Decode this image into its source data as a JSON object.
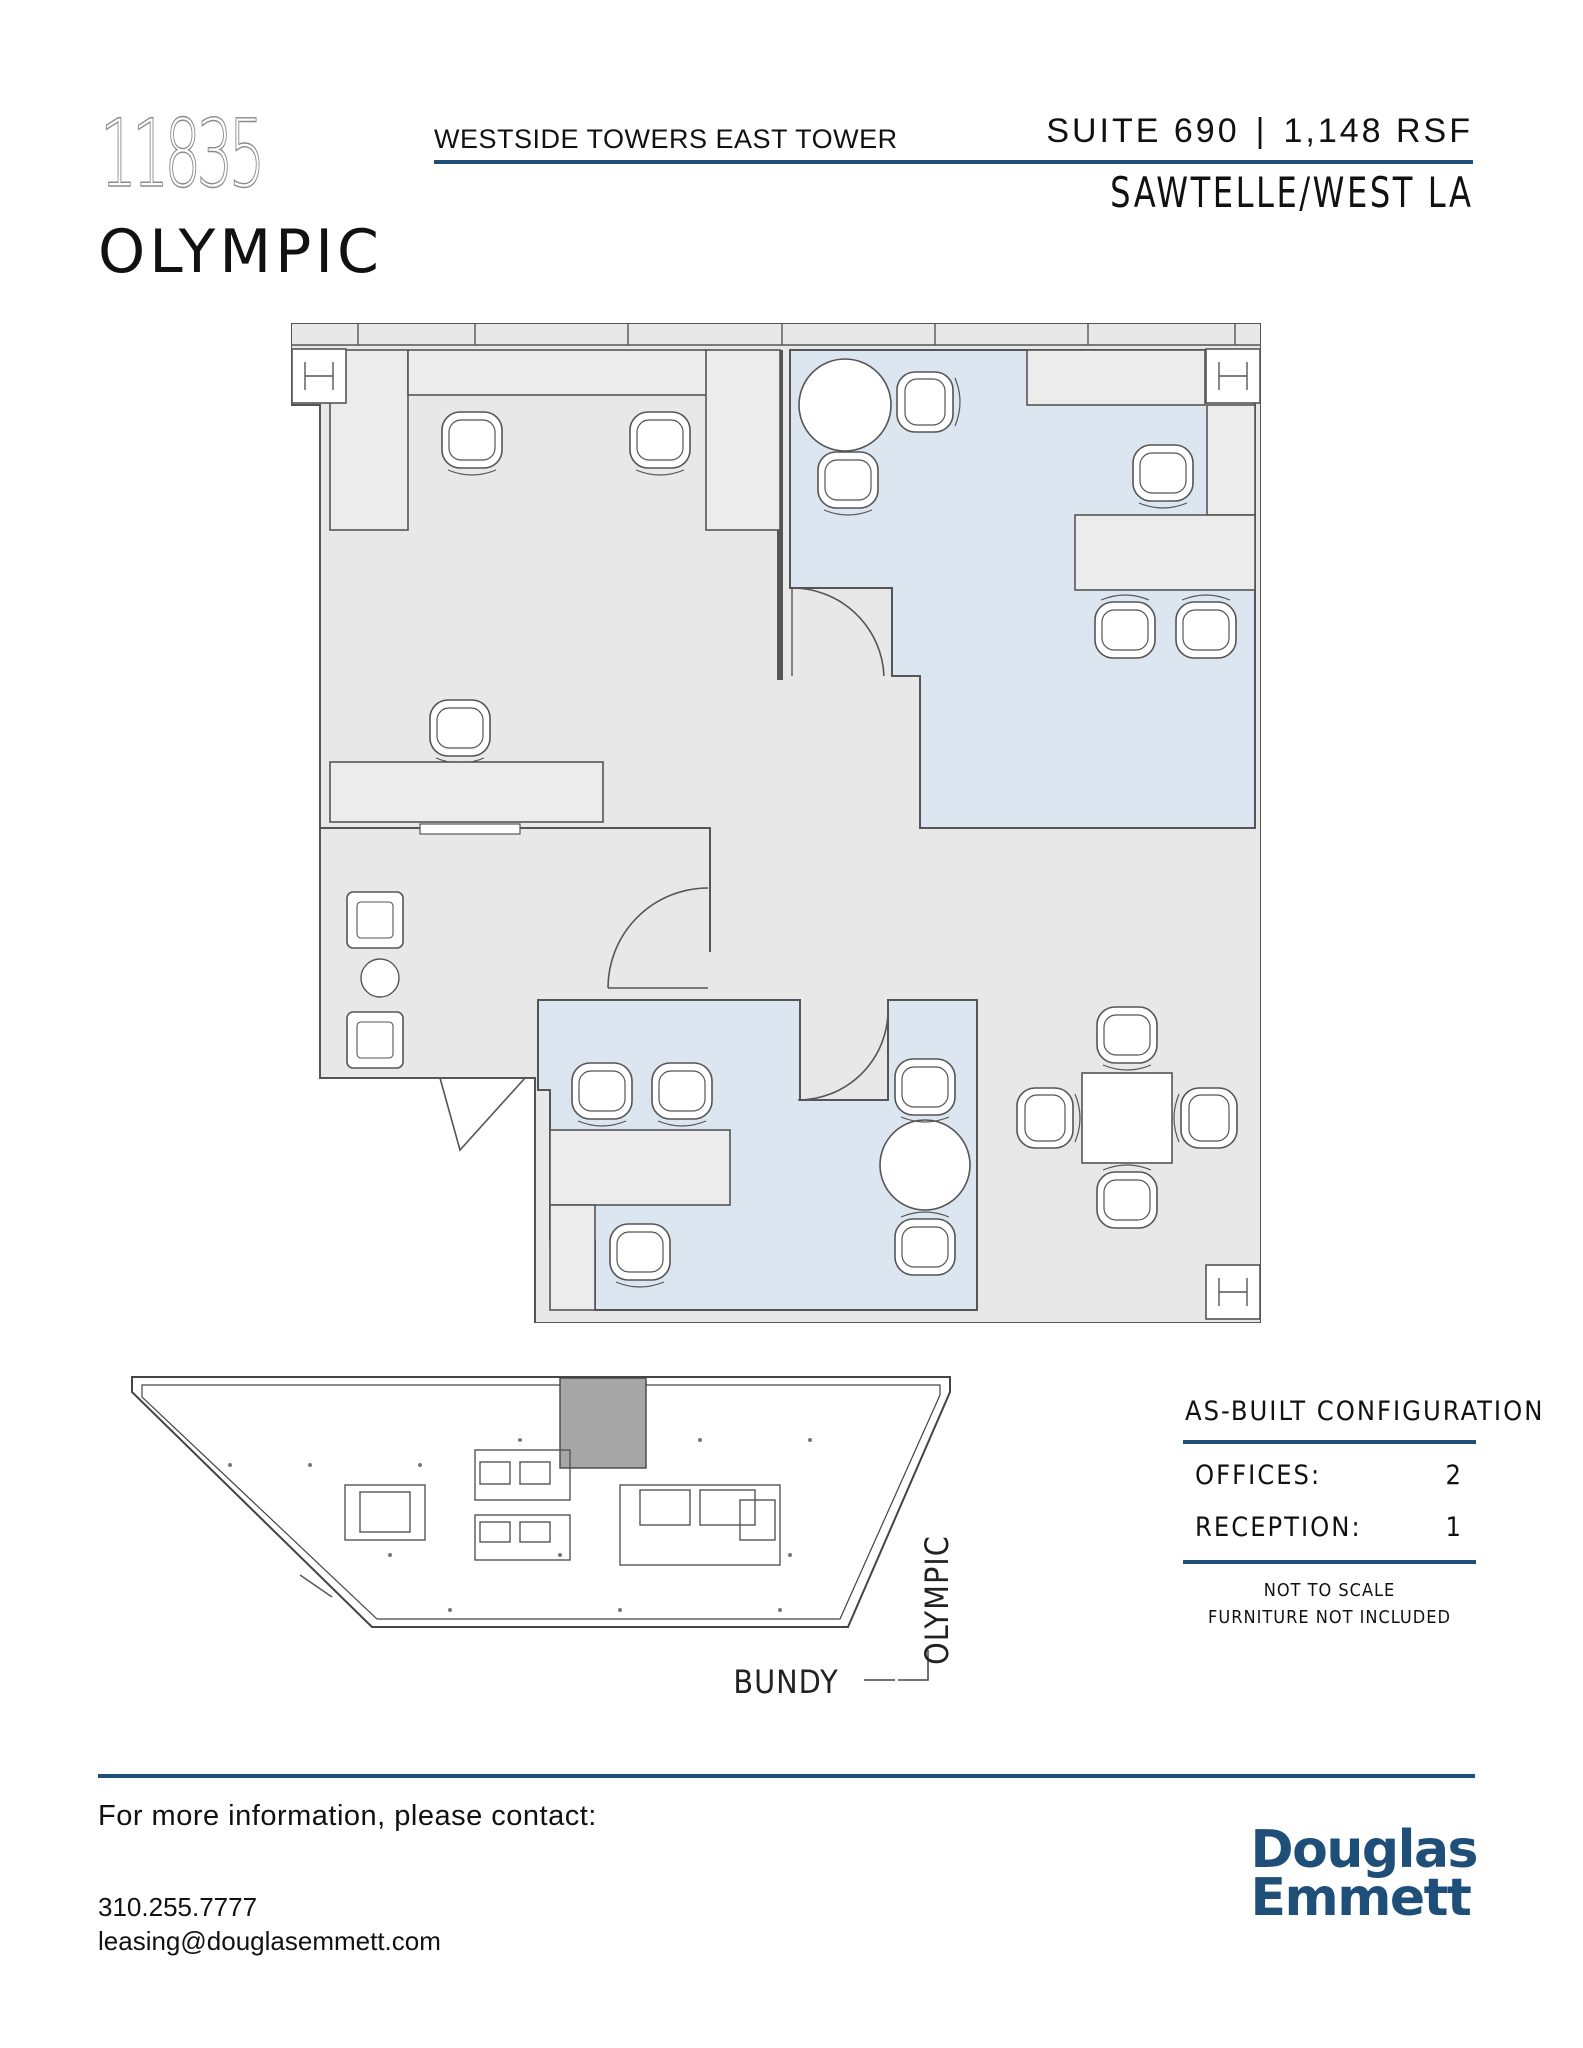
{
  "header": {
    "address_number": "11835",
    "address_street": "OLYMPIC",
    "building": "WESTSIDE TOWERS EAST TOWER",
    "suite": "SUITE 690",
    "separator": "|",
    "rsf": "1,148 RSF",
    "area": "SAWTELLE/WEST LA"
  },
  "floorplan": {
    "colors": {
      "common": "#e8e8e8",
      "office": "#dce6f0",
      "wall": "#555555",
      "highlight": "#a6a6a6"
    }
  },
  "keymap": {
    "street_side": "OLYMPIC",
    "street_bottom": "BUNDY"
  },
  "configuration": {
    "title": "AS-BUILT CONFIGURATION",
    "rows": [
      {
        "label": "OFFICES:",
        "value": "2"
      },
      {
        "label": "RECEPTION:",
        "value": "1"
      }
    ],
    "notes": [
      "NOT TO SCALE",
      "FURNITURE NOT INCLUDED"
    ]
  },
  "footer": {
    "contact_heading": "For more information, please contact:",
    "phone": "310.255.7777",
    "email": "leasing@douglasemmett.com",
    "logo_line1": "Douglas",
    "logo_line2": "Emmett",
    "brand_color": "#1f4e79"
  }
}
